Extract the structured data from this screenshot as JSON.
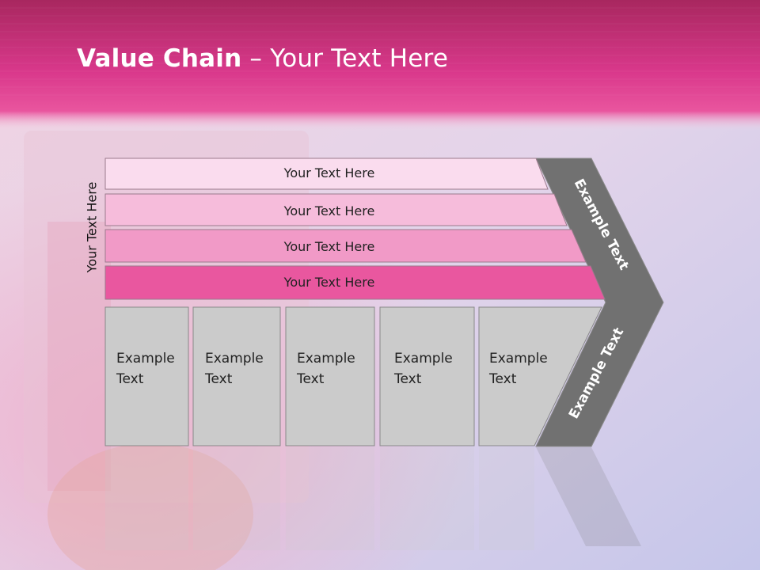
{
  "slide": {
    "title_bold": "Value Chain",
    "title_sep": " – ",
    "title_rest": "Your Text Here",
    "side_label": "Your Text Here"
  },
  "bars": [
    {
      "label": "Your Text Here",
      "color": "#fadcee"
    },
    {
      "label": "Your Text Here",
      "color": "#f6bcdb"
    },
    {
      "label": "Your Text Here",
      "color": "#f19ac7"
    },
    {
      "label": "Your Text Here",
      "color": "#e9579f"
    }
  ],
  "boxes": [
    {
      "line1": "Example",
      "line2": "Text"
    },
    {
      "line1": "Example",
      "line2": "Text"
    },
    {
      "line1": "Example",
      "line2": "Text"
    },
    {
      "line1": "Example",
      "line2": "Text"
    },
    {
      "line1": "Example",
      "line2": "Text"
    }
  ],
  "chevron": {
    "top_label": "Example Text",
    "bottom_label": "Example Text",
    "color": "#717171"
  },
  "colors": {
    "header": "#d9388b",
    "box_fill": "#cbcbcb"
  }
}
